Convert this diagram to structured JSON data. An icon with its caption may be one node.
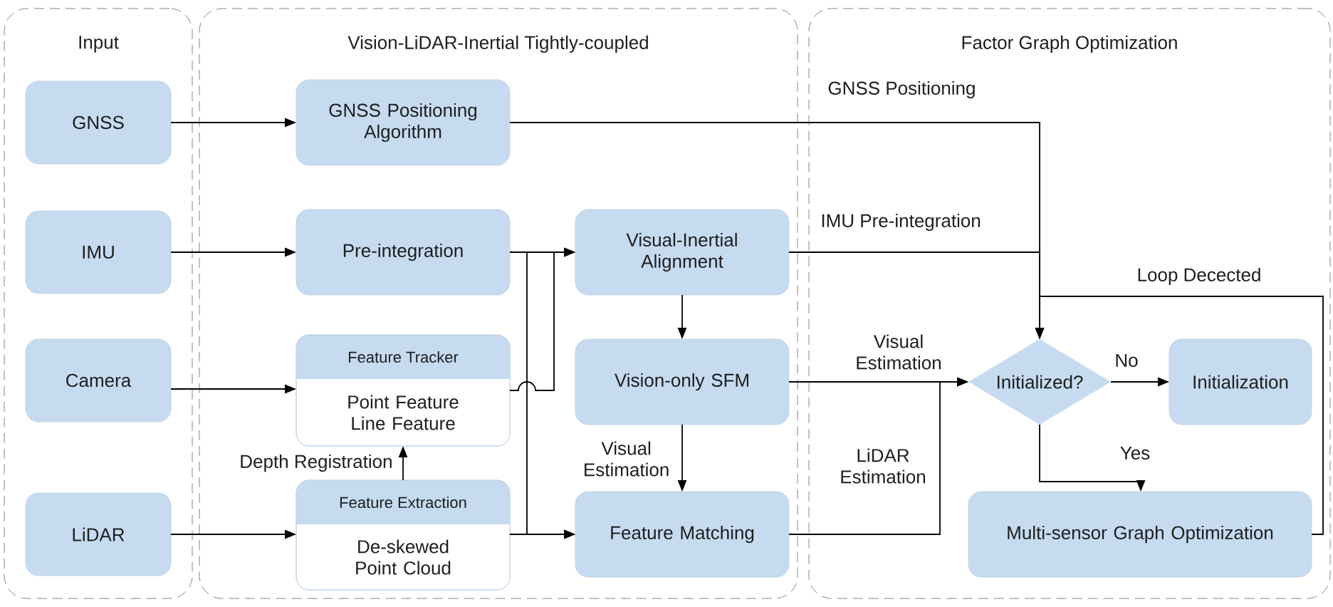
{
  "diagram": {
    "nodes": [
      {
        "text": [
          "Input"
        ]
      },
      {
        "text": [
          "GNSS"
        ],
        "in": 0
      },
      {
        "text": [
          "IMU"
        ],
        "in": 0
      },
      {
        "text": [
          "Camera"
        ],
        "in": 0
      },
      {
        "text": [
          "LiDAR"
        ],
        "in": 0
      },
      {
        "text": [
          "Vision-LiDAR-Inertial Tightly-coupled"
        ]
      },
      {
        "text": [
          "GNSS Positioning Algorithm"
        ],
        "in": 5
      },
      {
        "text": [
          "Pre-integration"
        ],
        "in": 5
      },
      {
        "text": [
          "Visual-Inertial Alignment"
        ],
        "in": 5
      },
      {
        "text": [
          "Feature Tracker",
          "Point Feature Line Feature"
        ],
        "in": 5
      },
      {
        "text": [
          "Vision-only SFM"
        ],
        "in": 5
      },
      {
        "text": [
          "Feature Extraction",
          "De-skewed Point Cloud"
        ],
        "in": 5
      },
      {
        "text": [
          "Feature Matching"
        ],
        "in": 5
      },
      {
        "text": [
          "Factor Graph Optimization"
        ]
      },
      {
        "text": [
          "Initialized?"
        ],
        "in": 13
      },
      {
        "text": [
          "Initialization"
        ],
        "in": 13
      },
      {
        "text": [
          "Multi-sensor Graph Optimization"
        ],
        "in": 13
      }
    ],
    "edges": [
      {
        "from": 1,
        "to": 6,
        "arrow": "to"
      },
      {
        "from": 2,
        "to": 7,
        "arrow": "to"
      },
      {
        "from": 3,
        "to": 9,
        "arrow": "to"
      },
      {
        "from": 4,
        "to": 11,
        "arrow": "to"
      },
      {
        "from": 7,
        "to": 8,
        "arrow": "to"
      },
      {
        "from": 7,
        "to": 12,
        "arrow": "to"
      },
      {
        "from": 9,
        "to": 8,
        "arrow": "to"
      },
      {
        "from": 11,
        "to": 12,
        "arrow": "to"
      },
      {
        "from": 11,
        "to": 9,
        "arrow": "to",
        "label": "Depth Registration"
      },
      {
        "from": 8,
        "to": 10,
        "arrow": "to"
      },
      {
        "from": 10,
        "to": 12,
        "arrow": "to",
        "label": "Visual Estimation"
      },
      {
        "from": 6,
        "to": 14,
        "arrow": "to",
        "label": "GNSS Positioning"
      },
      {
        "from": 8,
        "to": 14,
        "arrow": "to",
        "label": "IMU Pre-integration"
      },
      {
        "from": 10,
        "to": 14,
        "arrow": "to",
        "label": "Visual Estimation"
      },
      {
        "from": 12,
        "to": 14,
        "arrow": "to",
        "label": "LiDAR Estimation"
      },
      {
        "from": 14,
        "to": 15,
        "arrow": "to",
        "label": "No"
      },
      {
        "from": 14,
        "to": 16,
        "arrow": "to",
        "label": "Yes"
      },
      {
        "from": 16,
        "to": 14,
        "arrow": "to",
        "label": "Loop Decected"
      }
    ]
  }
}
